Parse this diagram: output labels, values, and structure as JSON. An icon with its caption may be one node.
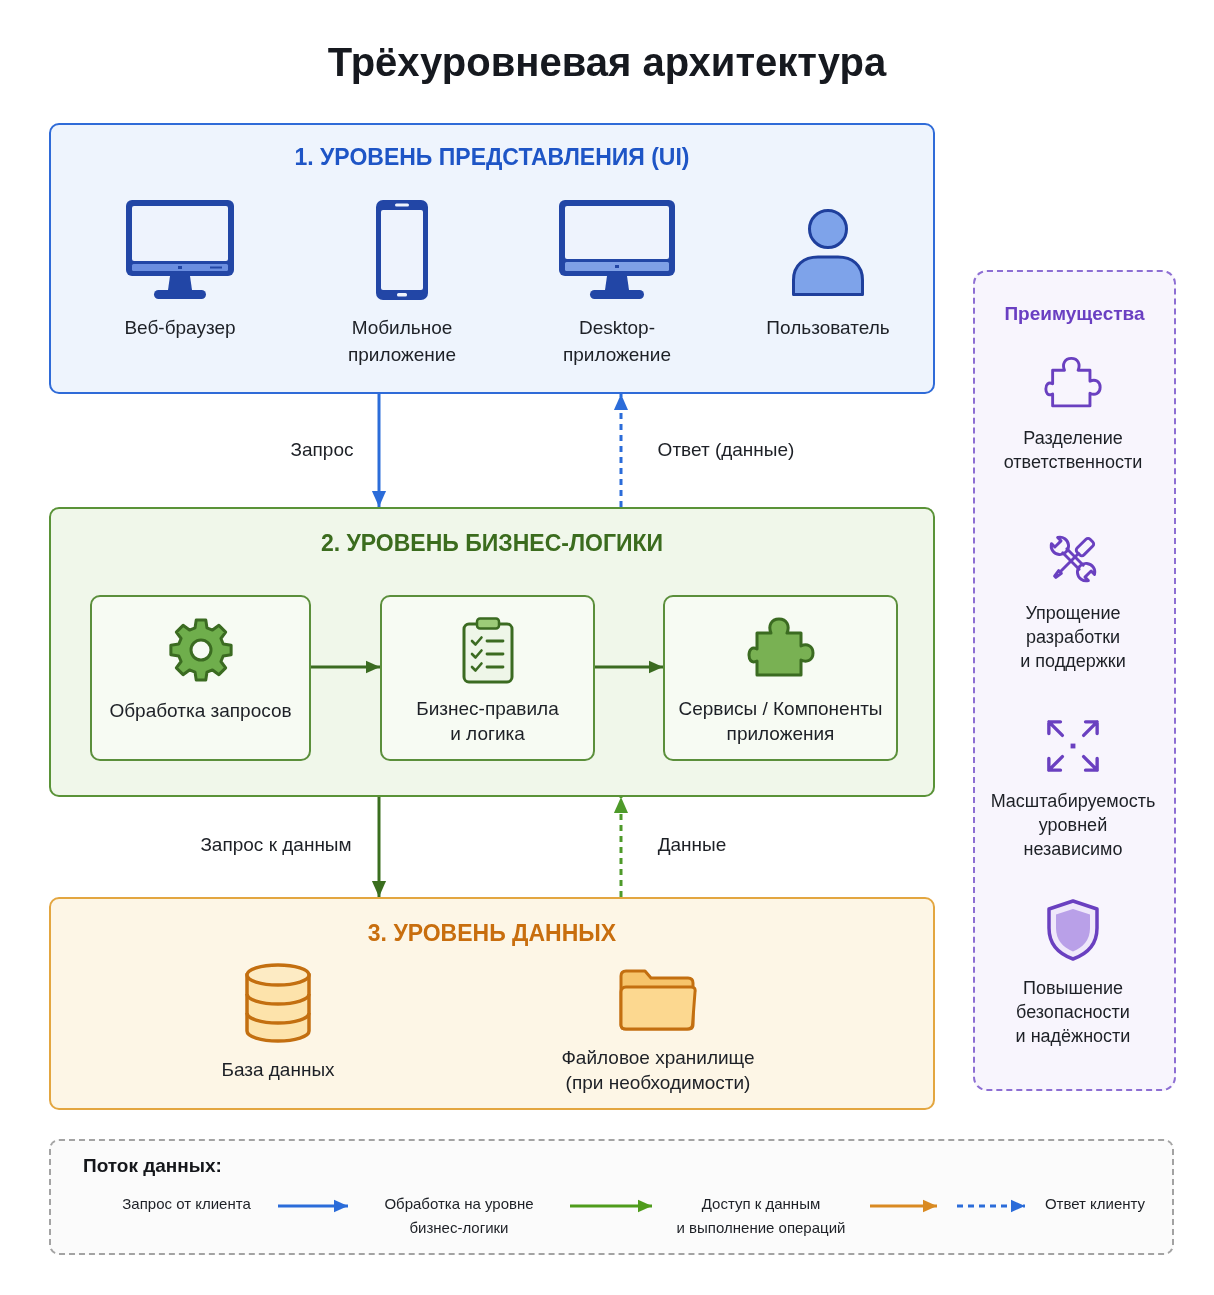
{
  "diagram": {
    "title": "Трёхуровневая архитектура",
    "nodes": [
      {
        "text": [
          "1. УРОВЕНЬ ПРЕДСТАВЛЕНИЯ (UI)"
        ]
      },
      {
        "text": [
          "Веб-браузер"
        ],
        "in": 0
      },
      {
        "text": [
          "Мобильное приложение"
        ],
        "in": 0
      },
      {
        "text": [
          "Desktop-приложение"
        ],
        "in": 0
      },
      {
        "text": [
          "Пользователь"
        ],
        "in": 0
      },
      {
        "text": [
          "2. УРОВЕНЬ БИЗНЕС-ЛОГИКИ"
        ]
      },
      {
        "text": [
          "Обработка запросов"
        ],
        "in": 5
      },
      {
        "text": [
          "Бизнес-правила и логика"
        ],
        "in": 5
      },
      {
        "text": [
          "Сервисы / Компоненты приложения"
        ],
        "in": 5
      },
      {
        "text": [
          "3. УРОВЕНЬ ДАННЫХ"
        ]
      },
      {
        "text": [
          "База данных"
        ],
        "in": 9
      },
      {
        "text": [
          "Файловое хранилище (при необходимости)"
        ],
        "in": 9
      },
      {
        "text": [
          "Преимущества"
        ]
      },
      {
        "text": [
          "Разделение ответственности"
        ],
        "in": 12
      },
      {
        "text": [
          "Упрощение разработки и поддержки"
        ],
        "in": 12
      },
      {
        "text": [
          "Масштабируемость уровней независимо"
        ],
        "in": 12
      },
      {
        "text": [
          "Повышение безопасности и надёжности"
        ],
        "in": 12
      },
      {
        "text": [
          "Поток данных:"
        ]
      },
      {
        "text": [
          "Запрос от клиента"
        ],
        "in": 17
      },
      {
        "text": [
          "Обработка на уровне бизнес-логики"
        ],
        "in": 17
      },
      {
        "text": [
          "Доступ к данным и выполнение операций"
        ],
        "in": 17
      },
      {
        "text": [
          "Ответ клиенту"
        ],
        "in": 17
      }
    ],
    "edges": [
      {
        "from": 0,
        "to": 5,
        "arrow": "to",
        "label": "Запрос",
        "color": "#2b6cd9"
      },
      {
        "from": 5,
        "to": 0,
        "arrow": "to",
        "label": "Ответ (данные)",
        "style": "dashed",
        "color": "#2b6cd9"
      },
      {
        "from": 5,
        "to": 9,
        "arrow": "to",
        "label": "Запрос к данным",
        "color": "#3a6e1f"
      },
      {
        "from": 9,
        "to": 5,
        "arrow": "to",
        "label": "Данные",
        "style": "dashed",
        "color": "#4e9a2a"
      },
      {
        "from": 6,
        "to": 7,
        "arrow": "to",
        "color": "#3b6b21"
      },
      {
        "from": 7,
        "to": 8,
        "arrow": "to",
        "color": "#3b6b21"
      },
      {
        "from": 18,
        "to": 19,
        "arrow": "to",
        "color": "#2b6cd9"
      },
      {
        "from": 19,
        "to": 20,
        "arrow": "to",
        "color": "#4f9c1c"
      },
      {
        "from": 20,
        "to": null,
        "arrow": "to",
        "color": "#d98a22"
      },
      {
        "from": null,
        "to": 21,
        "arrow": "to",
        "style": "dashed",
        "color": "#2b6cd9"
      }
    ]
  }
}
